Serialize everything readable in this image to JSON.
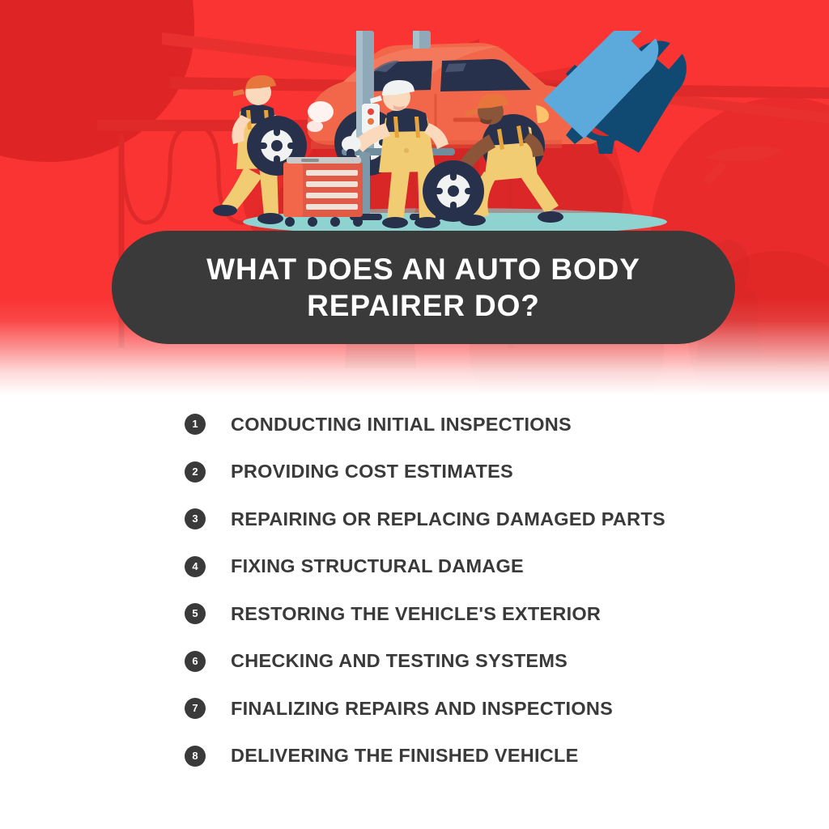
{
  "header": {
    "title": "WHAT DOES AN AUTO BODY REPAIRER DO?",
    "title_line1": "WHAT DOES AN AUTO BODY",
    "title_line2": "REPAIRER DO?"
  },
  "colors": {
    "background_red": "#FA3333",
    "background_red_dark": "#DE2424",
    "pill_dark": "#3A3A3A",
    "text_dark": "#3A3A3A",
    "text_light": "#FFFFFF",
    "page_white": "#FFFFFF",
    "gear_navy": "#104A72",
    "wrench_blue": "#5CA9DC",
    "car_orange": "#F26A4B",
    "overall_yellow": "#F2CC72",
    "shirt_navy": "#27314B",
    "cap_orange": "#E8763C",
    "floor_teal": "#8FD3D0",
    "lift_gray": "#8FA9B8"
  },
  "illustration": {
    "name": "auto-body-repair-shop-illustration",
    "elements": [
      "car-on-lift",
      "hydraulic-lift",
      "mechanic-carrying-tire",
      "mechanic-with-air-tool",
      "mechanic-rolling-tire",
      "red-tool-cabinet",
      "gear-and-wrenches-icon"
    ]
  },
  "list": {
    "items": [
      {
        "number": "1",
        "label": "CONDUCTING INITIAL INSPECTIONS"
      },
      {
        "number": "2",
        "label": "PROVIDING COST ESTIMATES"
      },
      {
        "number": "3",
        "label": "REPAIRING OR REPLACING DAMAGED PARTS"
      },
      {
        "number": "4",
        "label": "FIXING STRUCTURAL DAMAGE"
      },
      {
        "number": "5",
        "label": "RESTORING THE VEHICLE'S EXTERIOR"
      },
      {
        "number": "6",
        "label": "CHECKING AND TESTING SYSTEMS"
      },
      {
        "number": "7",
        "label": "FINALIZING REPAIRS AND INSPECTIONS"
      },
      {
        "number": "8",
        "label": "DELIVERING THE FINISHED VEHICLE"
      }
    ]
  }
}
